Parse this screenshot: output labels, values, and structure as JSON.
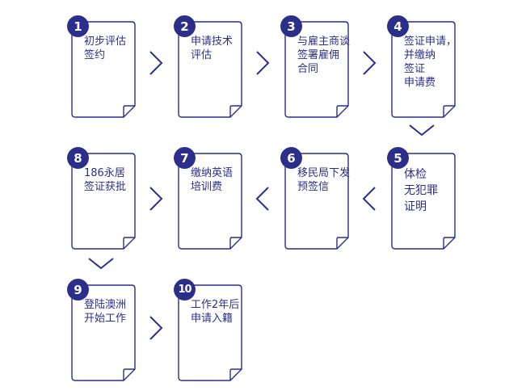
{
  "steps": [
    {
      "num": "1",
      "label": "初步评估\n签约"
    },
    {
      "num": "2",
      "label": "申请技术\n评估"
    },
    {
      "num": "3",
      "label": "与雇主商谈\n签署雇佣\n合同"
    },
    {
      "num": "4",
      "label": "签证申请，\n并缴纳\n签证\n申请费"
    },
    {
      "num": "5",
      "label": "体检\n无犯罪\n证明"
    },
    {
      "num": "6",
      "label": "移民局下发\n预签信"
    },
    {
      "num": "7",
      "label": "缴纳英语\n培训费"
    },
    {
      "num": "8",
      "label": "186永居\n签证获批"
    },
    {
      "num": "9",
      "label": "登陆澳洲\n开始工作"
    },
    {
      "num": "10",
      "label": "工作2年后\n申请入籍"
    }
  ],
  "colors": {
    "primary": "#2b2f8a"
  }
}
